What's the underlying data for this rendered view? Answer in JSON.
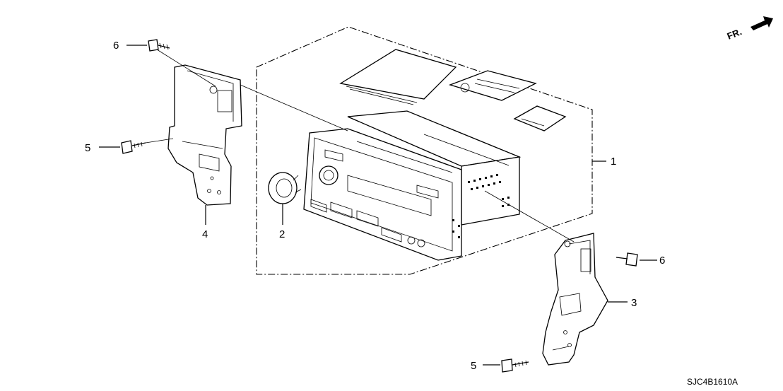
{
  "callouts": {
    "c1": "1",
    "c2": "2",
    "c3": "3",
    "c4": "4",
    "c5_top": "5",
    "c5_bottom": "5",
    "c6_top": "6",
    "c6_right": "6"
  },
  "direction_label": "FR.",
  "diagram_code": "SJC4B1610A"
}
